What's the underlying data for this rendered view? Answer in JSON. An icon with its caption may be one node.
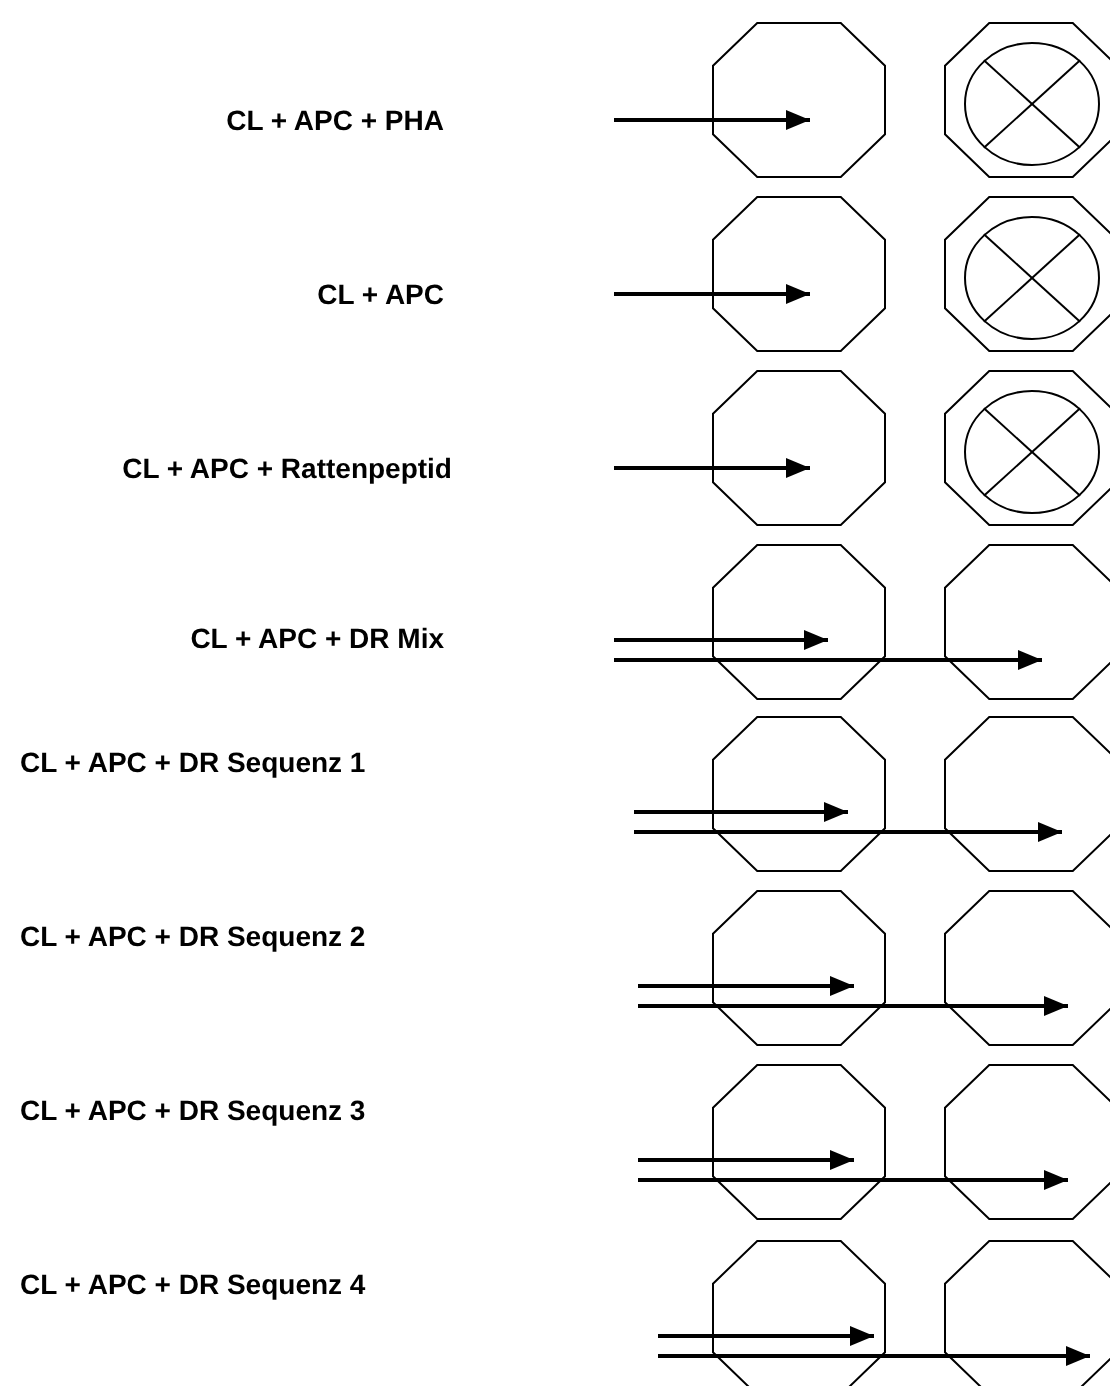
{
  "diagram": {
    "nodes": [
      {
        "text": [],
        "shape": "octagon"
      },
      {
        "text": [],
        "shape": "octagon"
      },
      {
        "text": [],
        "shape": "circle",
        "in": 1
      },
      {
        "text": [],
        "shape": "octagon"
      },
      {
        "text": [],
        "shape": "octagon"
      },
      {
        "text": [],
        "shape": "circle",
        "in": 4
      },
      {
        "text": [],
        "shape": "octagon"
      },
      {
        "text": [],
        "shape": "octagon"
      },
      {
        "text": [],
        "shape": "circle",
        "in": 7
      },
      {
        "text": [],
        "shape": "octagon"
      },
      {
        "text": [],
        "shape": "octagon"
      },
      {
        "text": [],
        "shape": "octagon"
      },
      {
        "text": [],
        "shape": "octagon"
      },
      {
        "text": [],
        "shape": "octagon"
      },
      {
        "text": [],
        "shape": "octagon"
      },
      {
        "text": [],
        "shape": "octagon"
      },
      {
        "text": [],
        "shape": "octagon"
      },
      {
        "text": [],
        "shape": "octagon"
      },
      {
        "text": [],
        "shape": "octagon"
      }
    ],
    "edges": [
      {
        "from": null,
        "to": 0,
        "arrow": "to"
      },
      {
        "from": null,
        "to": 3,
        "arrow": "to"
      },
      {
        "from": null,
        "to": 6,
        "arrow": "to"
      },
      {
        "from": null,
        "to": 9,
        "arrow": "to"
      },
      {
        "from": null,
        "to": 10,
        "arrow": "to"
      },
      {
        "from": null,
        "to": 11,
        "arrow": "to"
      },
      {
        "from": null,
        "to": 12,
        "arrow": "to"
      },
      {
        "from": null,
        "to": 13,
        "arrow": "to"
      },
      {
        "from": null,
        "to": 14,
        "arrow": "to"
      },
      {
        "from": null,
        "to": 15,
        "arrow": "to"
      },
      {
        "from": null,
        "to": 16,
        "arrow": "to"
      },
      {
        "from": null,
        "to": 17,
        "arrow": "to"
      },
      {
        "from": null,
        "to": 18,
        "arrow": "to"
      }
    ],
    "labels": [
      "CL + APC + PHA",
      "CL + APC",
      "CL + APC + Rattenpeptid",
      "CL + APC + DR Mix",
      "CL + APC + DR Sequenz 1",
      "CL + APC + DR Sequenz 2",
      "CL + APC + DR Sequenz 3",
      "CL + APC + DR Sequenz 4"
    ]
  }
}
